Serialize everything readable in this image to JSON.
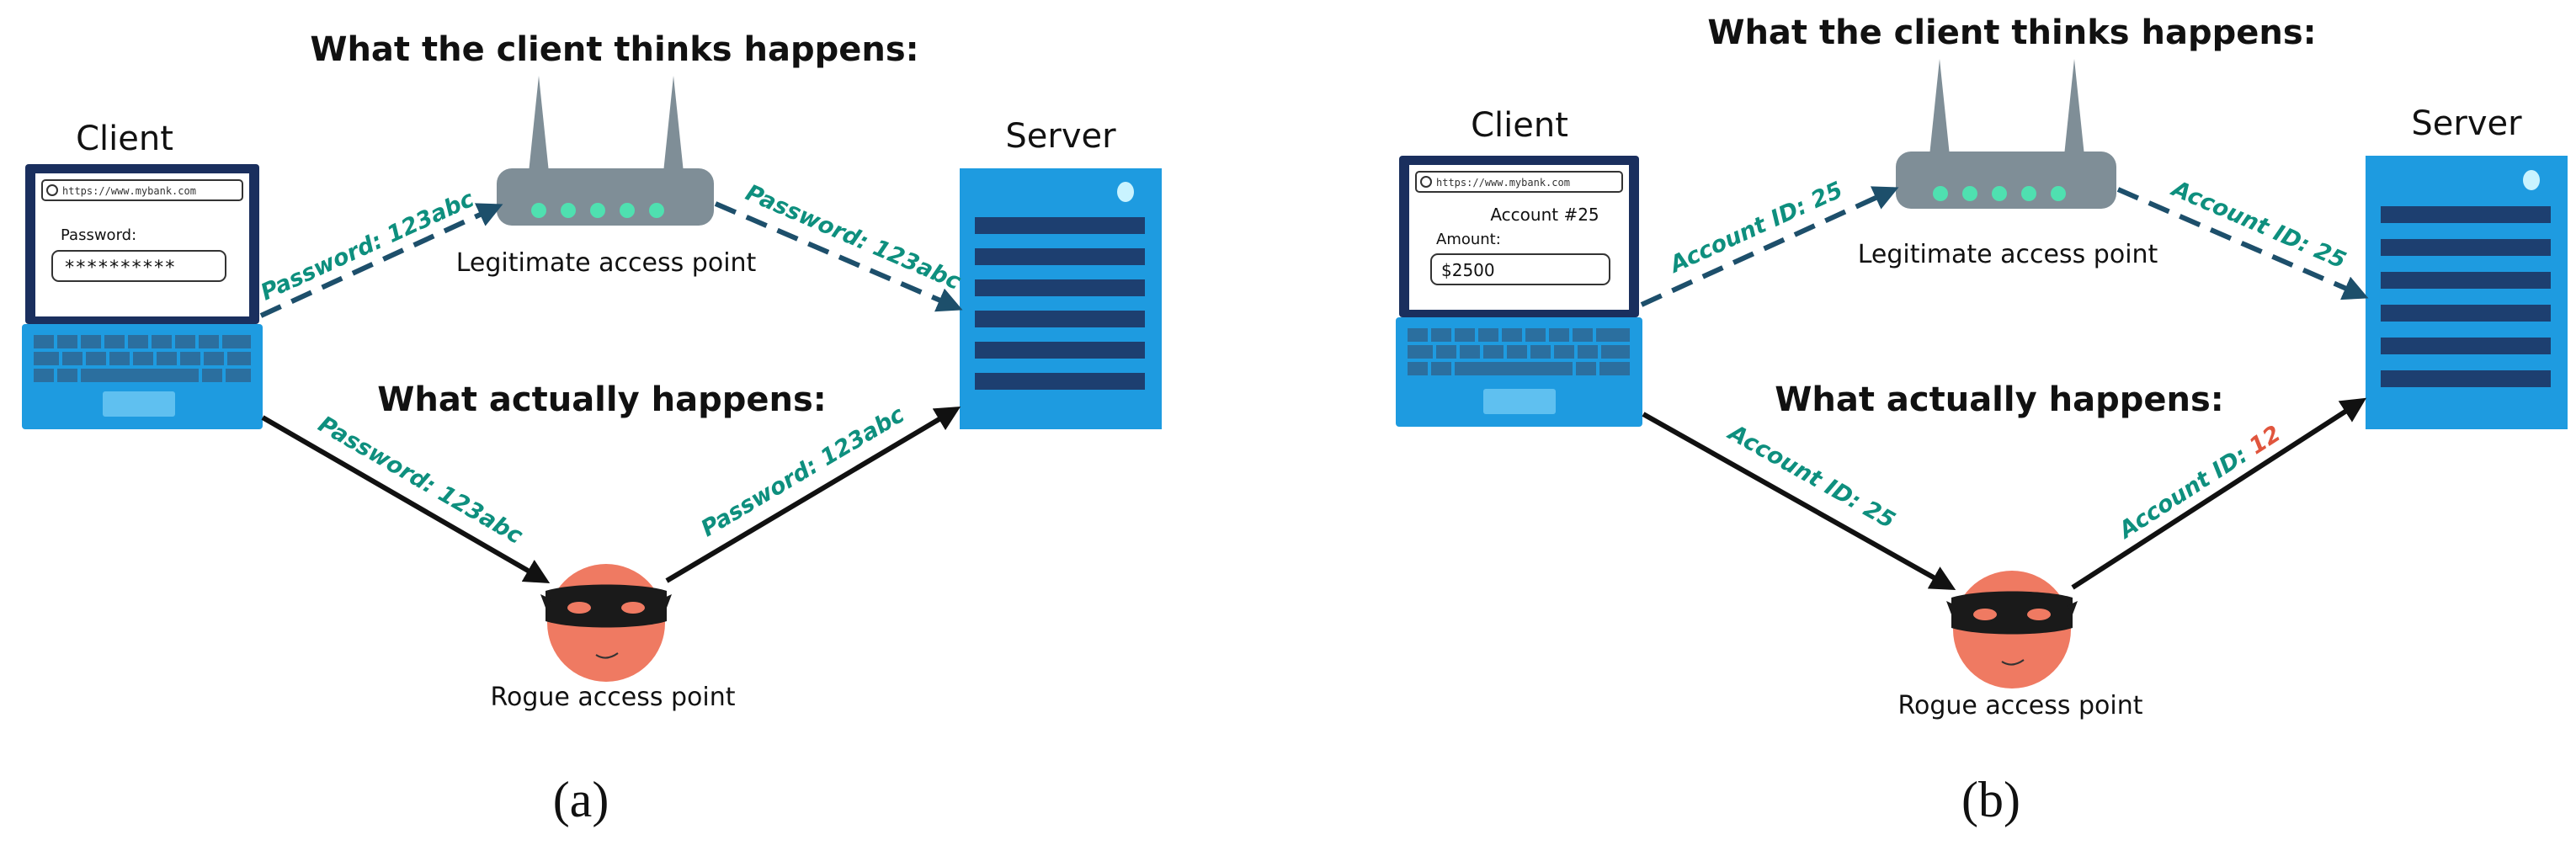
{
  "colors": {
    "teal": "#0e8f7e",
    "navy": "#1d4f6b",
    "laptop": "#1e9be0",
    "laptop_key": "#2b6f9f",
    "server": "#1e9be0",
    "server_bar": "#1d3f70",
    "router": "#7f8e97",
    "router_led": "#4fe0b0",
    "rogue": "#ef7a62",
    "mask": "#1a1a1a",
    "red": "#e0553d"
  },
  "panels": [
    {
      "caption": "(a)",
      "heading_top": "What the client thinks happens:",
      "heading_bottom": "What actually happens:",
      "client_label": "Client",
      "server_label": "Server",
      "legit_label": "Legitimate access point",
      "rogue_label": "Rogue access point",
      "url": "https://www.mybank.com",
      "form_label": "Password:",
      "form_value": "**********",
      "msg_client_to_ap": "Password: 123abc",
      "msg_ap_to_server": "Password: 123abc",
      "msg_client_to_rogue": "Password: 123abc",
      "msg_rogue_to_server": "Password: 123abc"
    },
    {
      "caption": "(b)",
      "heading_top": "What the client thinks happens:",
      "heading_bottom": "What actually happens:",
      "client_label": "Client",
      "server_label": "Server",
      "legit_label": "Legitimate access point",
      "rogue_label": "Rogue access point",
      "url": "https://www.mybank.com",
      "form_title": "Account #25",
      "form_label": "Amount:",
      "form_value": "$2500",
      "msg_client_to_ap": "Account ID: 25",
      "msg_ap_to_server": "Account ID: 25",
      "msg_client_to_rogue": "Account ID: 25",
      "msg_rogue_to_server_prefix": "Account ID: ",
      "msg_rogue_to_server_value": "12"
    }
  ]
}
